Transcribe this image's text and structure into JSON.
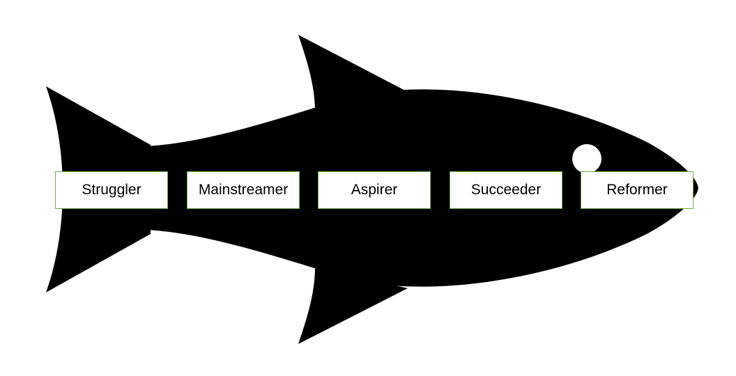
{
  "colors": {
    "fish_body": "#000000",
    "background": "#ffffff",
    "box_border": "#70ad47",
    "eye": "#ffffff"
  },
  "stages": [
    {
      "label": "Struggler"
    },
    {
      "label": "Mainstreamer"
    },
    {
      "label": "Aspirer"
    },
    {
      "label": "Succeeder"
    },
    {
      "label": "Reformer"
    }
  ]
}
